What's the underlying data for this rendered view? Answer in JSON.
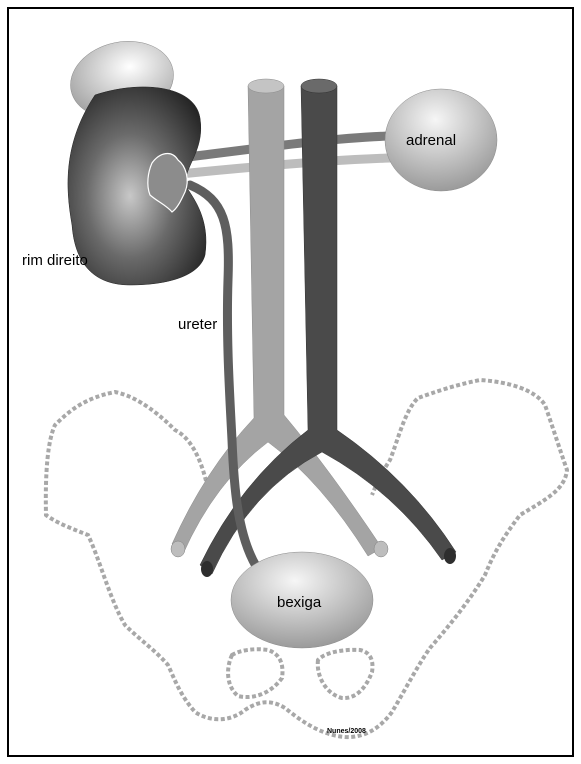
{
  "labels": {
    "kidney": "rim direito",
    "adrenal": "adrenal",
    "ureter": "ureter",
    "bladder": "bexiga",
    "credit": "Nunes/2008"
  },
  "colors": {
    "vena_cava": "#a4a4a4",
    "aorta": "#4a4a4a",
    "ureter": "#5e5e5e",
    "pelvis_outline": "#a8a8a8",
    "frame": "#000000"
  }
}
